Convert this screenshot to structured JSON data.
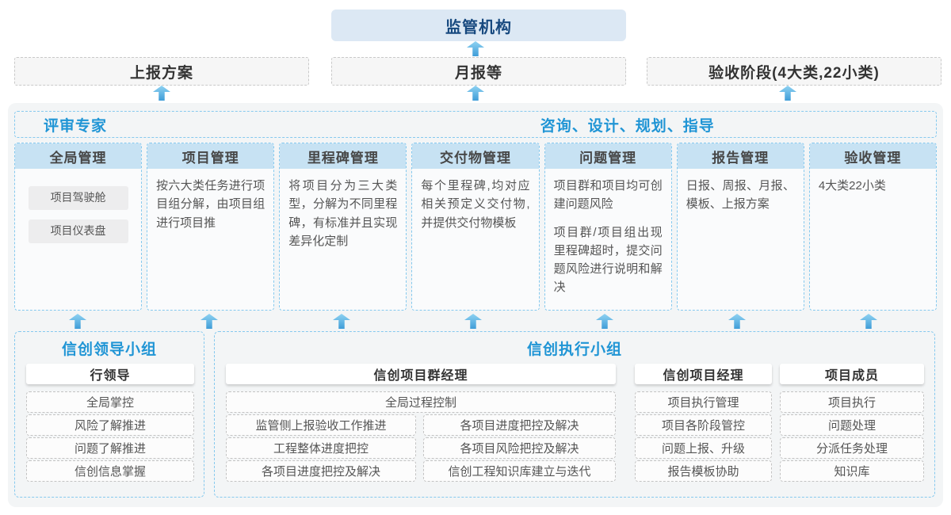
{
  "colors": {
    "accent_blue": "#2095d5",
    "navy_text": "#17497f",
    "regulator_bg": "#dce8f4",
    "column_header_bg": "#c7e2f3",
    "container_bg": "#f3f5f6",
    "dashed_blue_border": "#86c9ee",
    "arrow_blue": "#3f9dd8"
  },
  "top": {
    "regulator": "监管机构",
    "report_plan": "上报方案",
    "monthly_report": "月报等",
    "acceptance_stage": "验收阶段(4大类,22小类)"
  },
  "experts_bar": {
    "left": "评审专家",
    "right": "咨询、设计、规划、指导"
  },
  "columns": [
    {
      "title": "全局管理",
      "tag1": "项目驾驶舱",
      "tag2": "项目仪表盘"
    },
    {
      "title": "项目管理",
      "p1": "按六大类任务进行项目组分解，由项目组进行项目推"
    },
    {
      "title": "里程碑管理",
      "p1": "将项目分为三大类型，分解为不同里程碑，有标准并且实现差异化定制"
    },
    {
      "title": "交付物管理",
      "p1": "每个里程碑,均对应相关预定义交付物,并提供交付物模板"
    },
    {
      "title": "问题管理",
      "p1": "项目群和项目均可创建问题风险",
      "p2": "项目群/项目组出现里程碑超时，提交问题风险进行说明和解决"
    },
    {
      "title": "报告管理",
      "p1": "日报、周报、月报、模板、上报方案"
    },
    {
      "title": "验收管理",
      "p1": "4大类22小类"
    }
  ],
  "leadership": {
    "title": "信创领导小组",
    "role": "行领导",
    "items": [
      "全局掌控",
      "风险了解推进",
      "问题了解推进",
      "信创信息掌握"
    ]
  },
  "execution": {
    "title": "信创执行小组",
    "group_manager": {
      "role": "信创项目群经理",
      "full_item": "全局过程控制",
      "left_items": [
        "监管侧上报验收工作推进",
        "工程整体进度把控",
        "各项目进度把控及解决"
      ],
      "right_items": [
        "各项目进度把控及解决",
        "各项目风险把控及解决",
        "信创工程知识库建立与迭代"
      ]
    },
    "project_manager": {
      "role": "信创项目经理",
      "items": [
        "项目执行管理",
        "项目各阶段管控",
        "问题上报、升级",
        "报告模板协助"
      ]
    },
    "member": {
      "role": "项目成员",
      "items": [
        "项目执行",
        "问题处理",
        "分派任务处理",
        "知识库"
      ]
    }
  }
}
